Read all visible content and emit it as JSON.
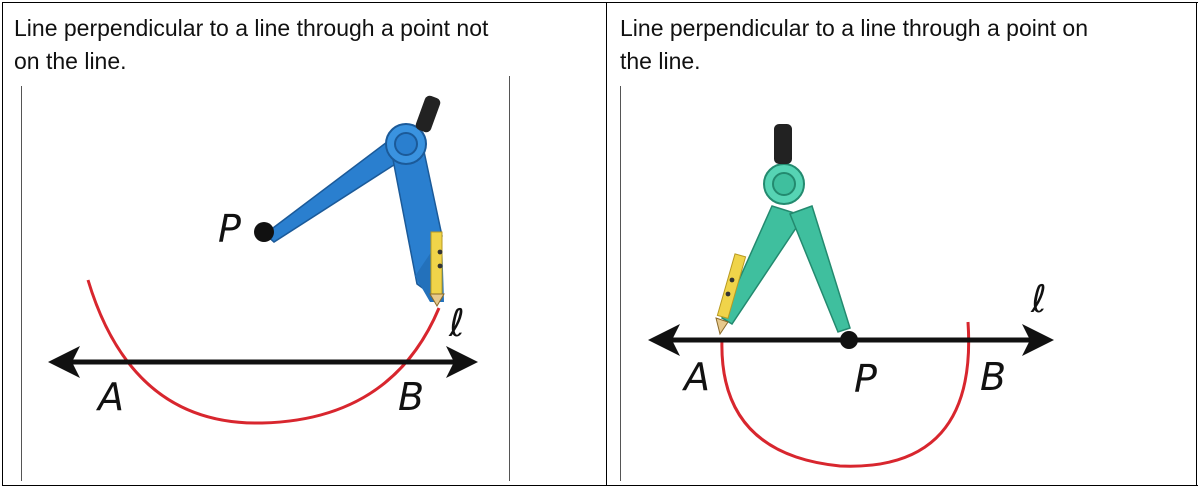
{
  "table": {
    "cells": [
      {
        "caption_line1": "Line perpendicular to a line through a point not",
        "caption_line2": "on the line.",
        "labels": {
          "point": "P",
          "left": "A",
          "right": "B",
          "line": "ℓ"
        }
      },
      {
        "caption_line1": "Line perpendicular to a line through a point on",
        "caption_line2": "the line.",
        "labels": {
          "point": "P",
          "left": "A",
          "right": "B",
          "line": "ℓ"
        }
      }
    ]
  },
  "colors": {
    "arc": "#d8262e",
    "line": "#111111",
    "compass_blue": "#2a7fcf",
    "compass_teal": "#3fbf9e",
    "pencil": "#f0d44a"
  }
}
